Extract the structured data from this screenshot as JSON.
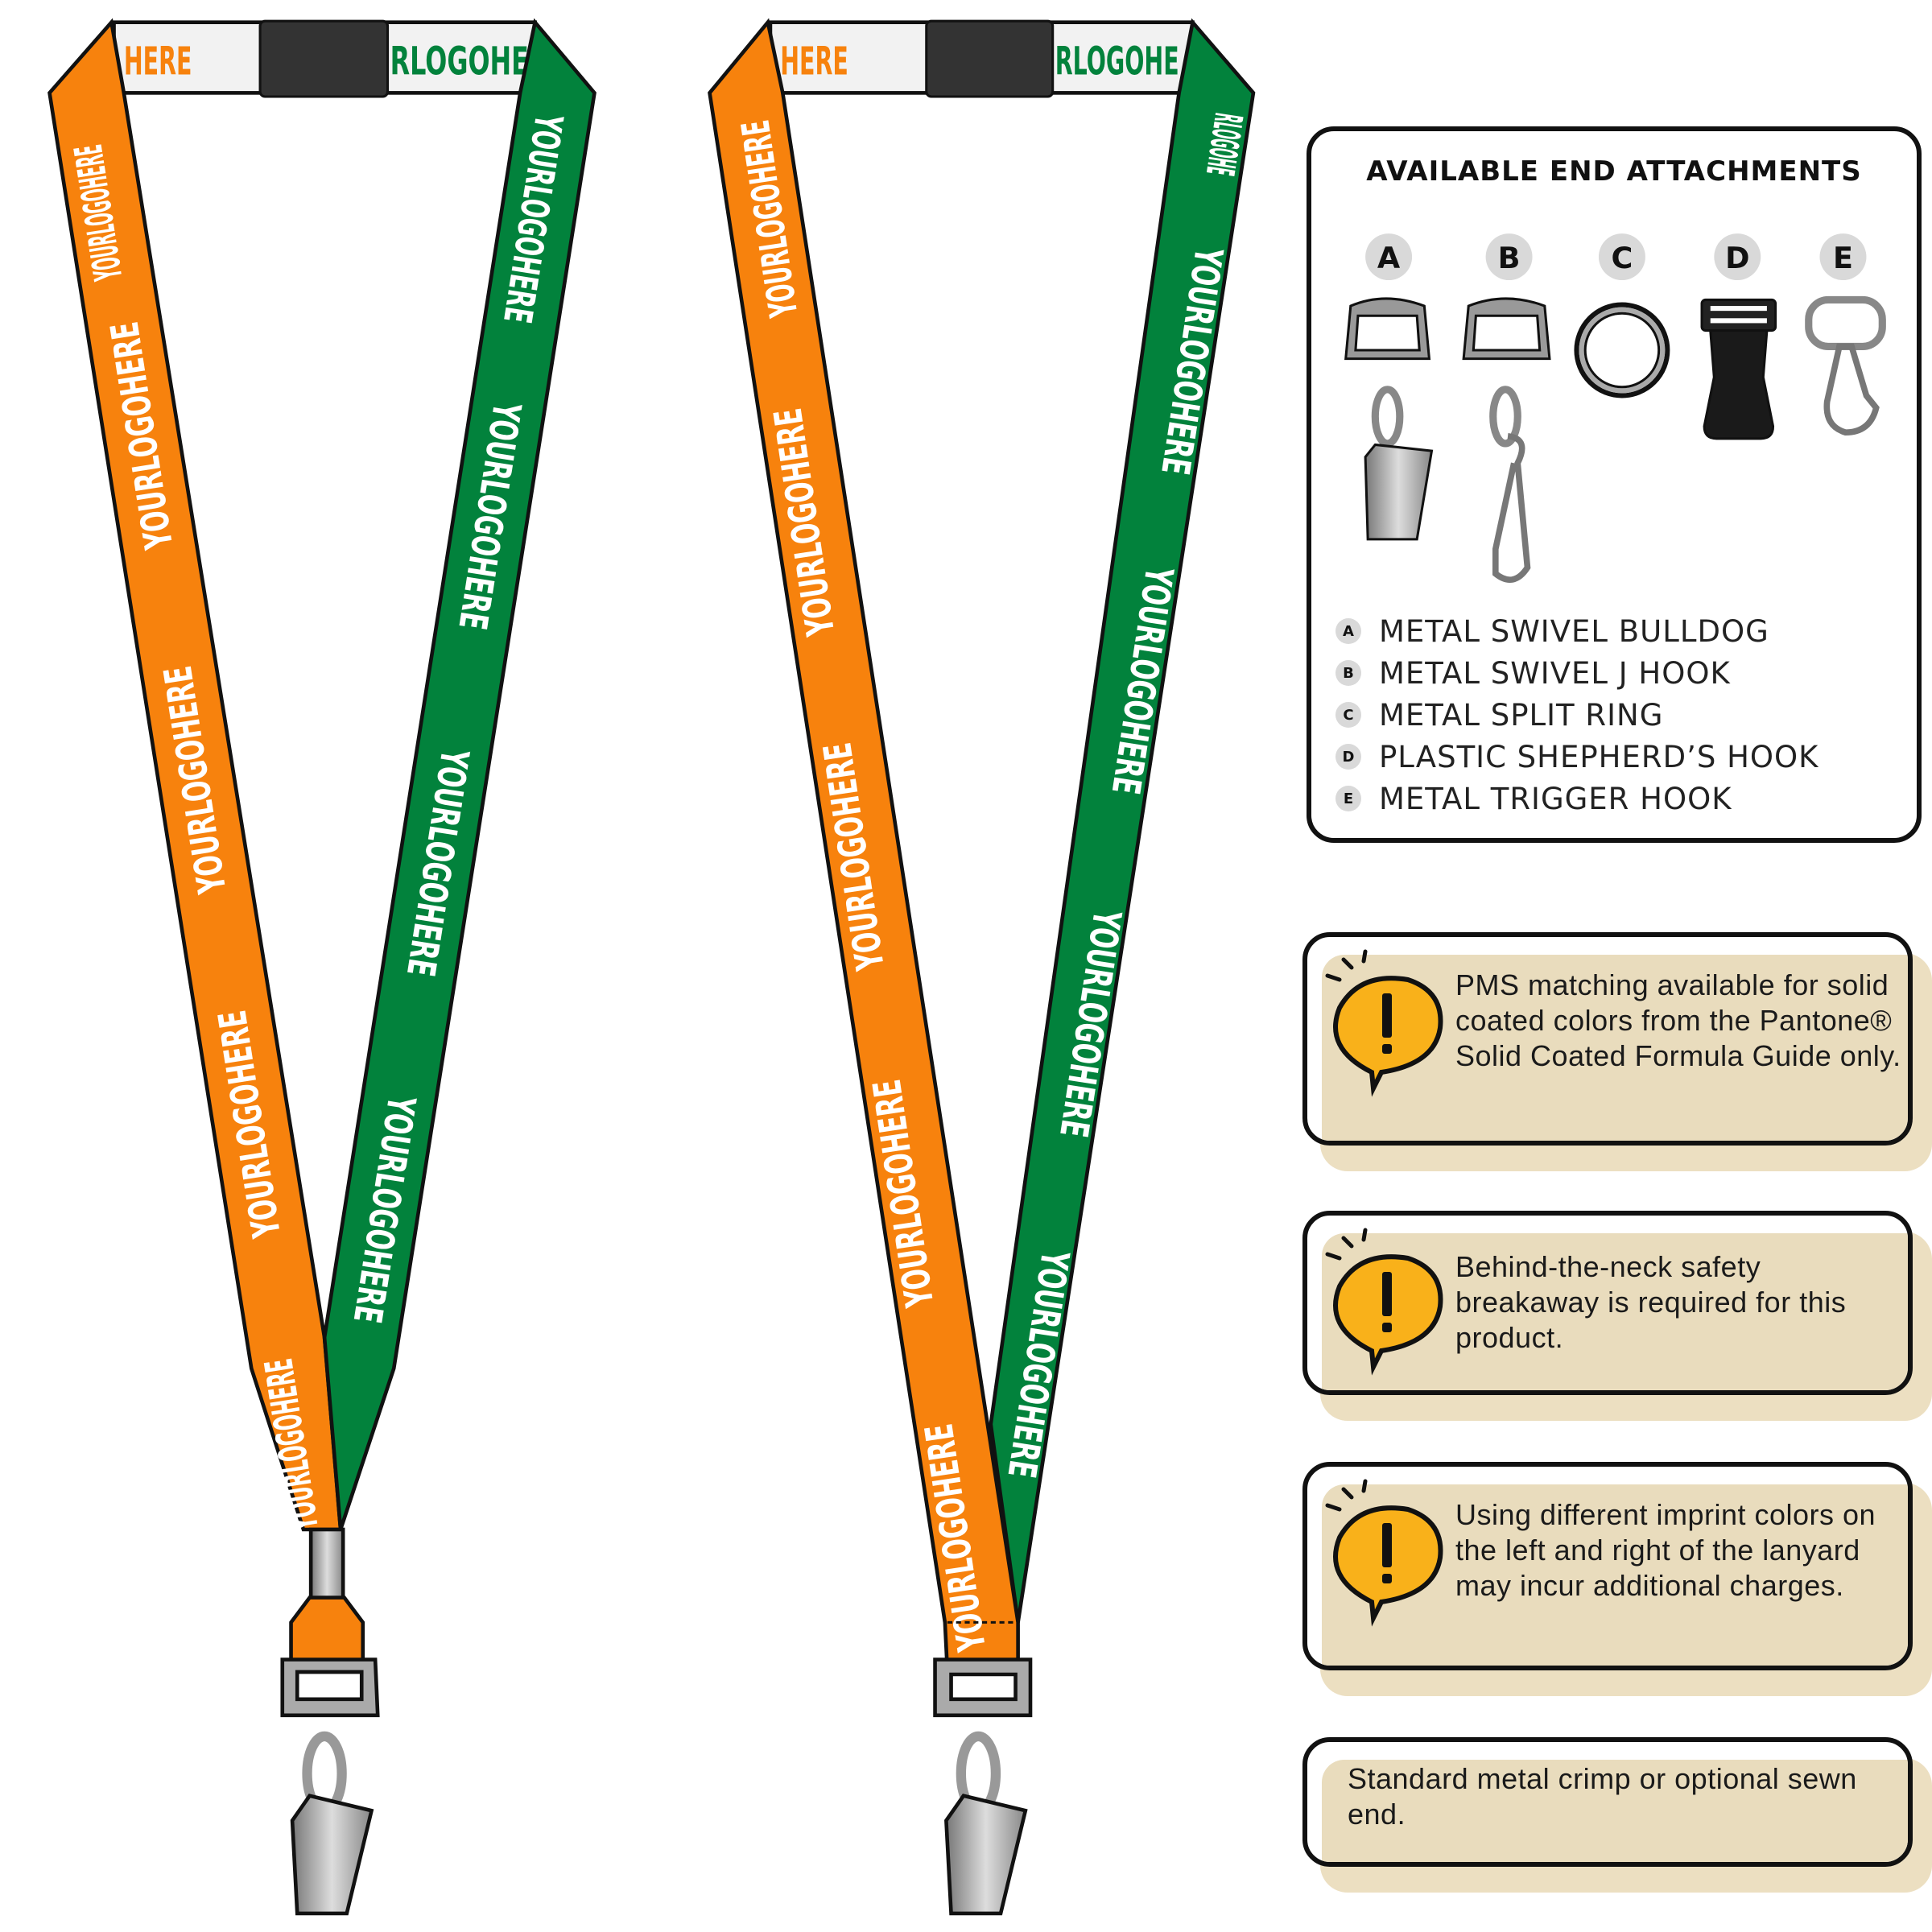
{
  "lanyard": {
    "logo_text": "YOURLOGOHERE",
    "top_left_fragment": "HERE",
    "top_right_fragment": "RLOGOHE",
    "left_color": "#f7820d",
    "right_color": "#02823c"
  },
  "attachments": {
    "title": "AVAILABLE END ATTACHMENTS",
    "items": [
      {
        "letter": "A",
        "label": "METAL SWIVEL BULLDOG"
      },
      {
        "letter": "B",
        "label": "METAL SWIVEL J HOOK"
      },
      {
        "letter": "C",
        "label": "METAL SPLIT RING"
      },
      {
        "letter": "D",
        "label": "PLASTIC SHEPHERD’S HOOK"
      },
      {
        "letter": "E",
        "label": "METAL TRIGGER HOOK"
      }
    ]
  },
  "notes": [
    {
      "icon": "alert-bubble-icon",
      "text": "PMS matching available for solid coated colors from the Pantone® Solid Coated Formula Guide only."
    },
    {
      "icon": "alert-bubble-icon",
      "text": "Behind-the-neck safety breakaway is required for this product."
    },
    {
      "icon": "alert-bubble-icon",
      "text": "Using different imprint colors on the left and right of the lanyard may incur additional charges."
    },
    {
      "text": "Standard metal crimp or optional sewn end."
    }
  ],
  "colors": {
    "note_bg": "#e9dcbd",
    "alert": "#f9b11a"
  }
}
